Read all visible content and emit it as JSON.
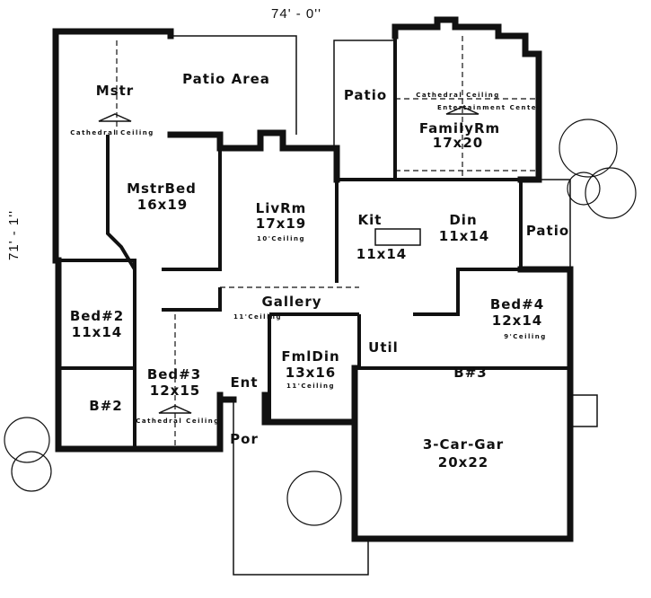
{
  "dimensions": {
    "width": "74' - 0''",
    "depth": "71' - 1''"
  },
  "rooms": {
    "master_bath": {
      "name": "Mstr",
      "note": "Cathedral Ceiling"
    },
    "patio_area": {
      "name": "Patio Area"
    },
    "master_bed": {
      "name": "MstrBed",
      "size": "16x19"
    },
    "living": {
      "name": "LivRm",
      "size": "17x19",
      "note": "10'Ceiling"
    },
    "patio_rear": {
      "name": "Patio"
    },
    "family": {
      "name": "FamilyRm",
      "size": "17x20",
      "note": "Cathedral Ceiling",
      "center": "Entertainment Center"
    },
    "kitchen": {
      "name": "Kit",
      "size": "11x14"
    },
    "dining": {
      "name": "Din",
      "size": "11x14"
    },
    "patio_side": {
      "name": "Patio"
    },
    "gallery": {
      "name": "Gallery",
      "note": "11'Ceiling"
    },
    "bed2": {
      "name": "Bed#2",
      "size": "11x14"
    },
    "bath2": {
      "name": "B#2"
    },
    "bed3": {
      "name": "Bed#3",
      "size": "12x15",
      "note": "Cathedral Ceiling"
    },
    "entry": {
      "name": "Ent"
    },
    "porch": {
      "name": "Por"
    },
    "formal_dining": {
      "name": "FmlDin",
      "size": "13x16",
      "note": "11'Ceiling"
    },
    "utility": {
      "name": "Util"
    },
    "bed4": {
      "name": "Bed#4",
      "size": "12x14",
      "note": "9'Ceiling"
    },
    "bath3": {
      "name": "B#3"
    },
    "garage": {
      "name": "3-Car-Gar",
      "size": "20x22"
    }
  }
}
